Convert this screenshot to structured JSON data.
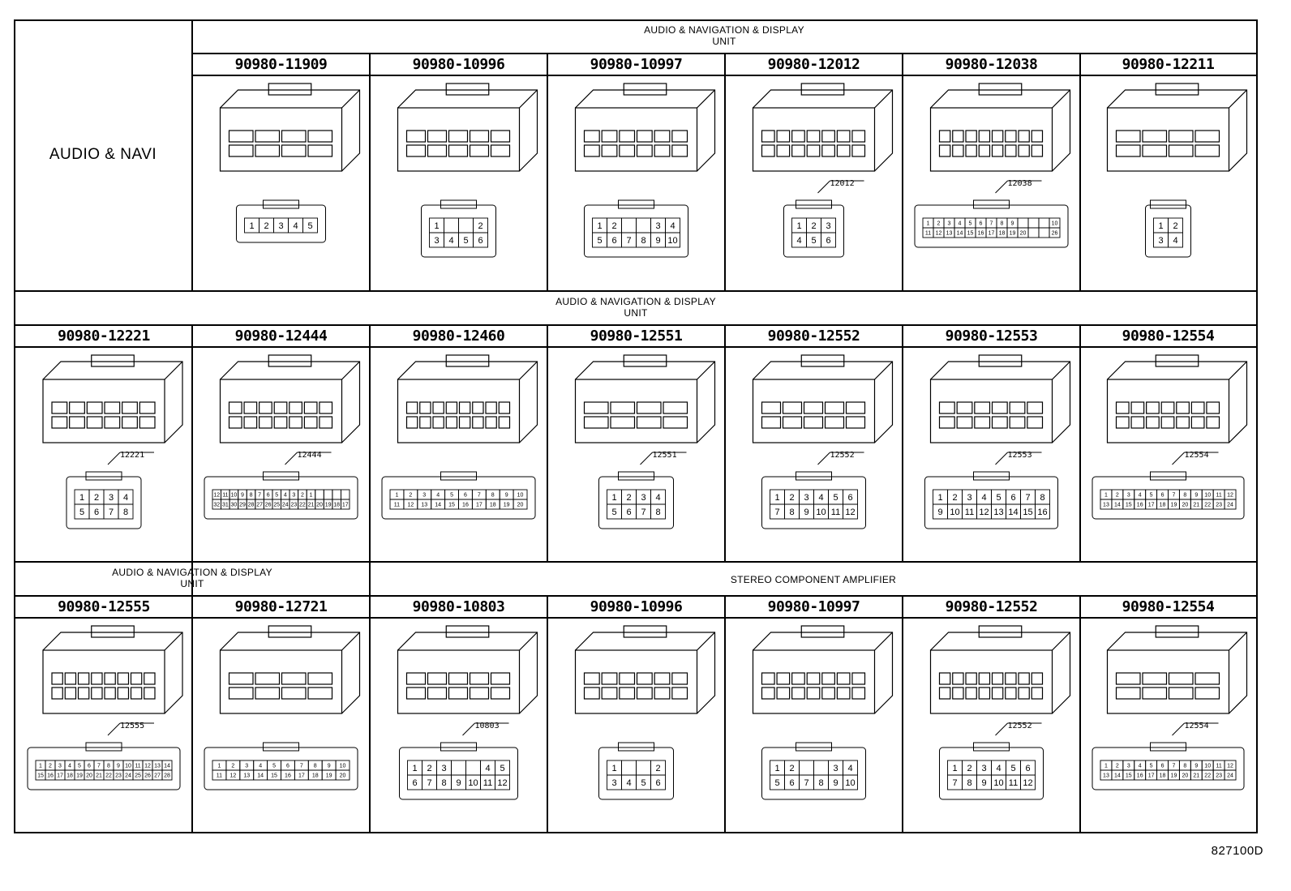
{
  "side_label": "AUDIO & NAVI",
  "sections": [
    {
      "id": "s1",
      "line1": "AUDIO & NAVIGATION & DISPLAY",
      "line2": "UNIT"
    },
    {
      "id": "s2",
      "line1": "AUDIO & NAVIGATION & DISPLAY",
      "line2": "UNIT"
    },
    {
      "id": "s3",
      "line1": "AUDIO & NAVIGATION & DISPLAY",
      "line2": "UNIT"
    },
    {
      "id": "s4",
      "line1": "STEREO COMPONENT AMPLIFIER",
      "line2": ""
    }
  ],
  "rows": [
    [
      {
        "part": "90980-11909",
        "ref": "",
        "front": {
          "cols": 5,
          "rows": 1,
          "labels": [
            "1",
            "2",
            "3",
            "4",
            "5"
          ]
        }
      },
      {
        "part": "90980-10996",
        "ref": "",
        "front": {
          "cols": 4,
          "rows": 2,
          "labels": [
            "1",
            "",
            "",
            "2",
            "3",
            "4",
            "5",
            "6"
          ]
        }
      },
      {
        "part": "90980-10997",
        "ref": "",
        "front": {
          "cols": 6,
          "rows": 2,
          "labels": [
            "1",
            "2",
            "",
            "",
            "3",
            "4",
            "5",
            "6",
            "7",
            "8",
            "9",
            "10"
          ]
        }
      },
      {
        "part": "90980-12012",
        "ref": "12012",
        "front": {
          "cols": 3,
          "rows": 2,
          "labels": [
            "1",
            "2",
            "3",
            "4",
            "5",
            "6"
          ]
        }
      },
      {
        "part": "90980-12038",
        "ref": "12038",
        "front": {
          "cols": 13,
          "rows": 2,
          "labels": [
            "1",
            "2",
            "3",
            "4",
            "5",
            "6",
            "7",
            "8",
            "9",
            "",
            "",
            "",
            "10",
            "11",
            "12",
            "13",
            "14",
            "15",
            "16",
            "17",
            "18",
            "19",
            "20",
            "",
            "",
            "26"
          ]
        }
      },
      {
        "part": "90980-12211",
        "ref": "",
        "front": {
          "cols": 2,
          "rows": 2,
          "labels": [
            "1",
            "2",
            "3",
            "4"
          ]
        }
      }
    ],
    [
      {
        "part": "90980-12221",
        "ref": "12221",
        "front": {
          "cols": 4,
          "rows": 2,
          "labels": [
            "1",
            "2",
            "3",
            "4",
            "5",
            "6",
            "7",
            "8"
          ]
        }
      },
      {
        "part": "90980-12444",
        "ref": "12444",
        "front": {
          "cols": 16,
          "rows": 2,
          "labels": [
            "12",
            "11",
            "10",
            "9",
            "8",
            "7",
            "6",
            "5",
            "4",
            "3",
            "2",
            "1",
            "",
            "",
            "",
            "",
            "32",
            "31",
            "30",
            "29",
            "28",
            "27",
            "26",
            "25",
            "24",
            "23",
            "22",
            "21",
            "20",
            "19",
            "18",
            "17"
          ]
        }
      },
      {
        "part": "90980-12460",
        "ref": "",
        "front": {
          "cols": 10,
          "rows": 2,
          "labels": [
            "1",
            "2",
            "3",
            "4",
            "5",
            "6",
            "7",
            "8",
            "9",
            "10",
            "11",
            "12",
            "13",
            "14",
            "15",
            "16",
            "17",
            "18",
            "19",
            "20"
          ]
        }
      },
      {
        "part": "90980-12551",
        "ref": "12551",
        "front": {
          "cols": 4,
          "rows": 2,
          "labels": [
            "1",
            "2",
            "3",
            "4",
            "5",
            "6",
            "7",
            "8"
          ]
        }
      },
      {
        "part": "90980-12552",
        "ref": "12552",
        "front": {
          "cols": 6,
          "rows": 2,
          "labels": [
            "1",
            "2",
            "3",
            "4",
            "5",
            "6",
            "7",
            "8",
            "9",
            "10",
            "11",
            "12"
          ]
        }
      },
      {
        "part": "90980-12553",
        "ref": "12553",
        "front": {
          "cols": 8,
          "rows": 2,
          "labels": [
            "1",
            "2",
            "3",
            "4",
            "5",
            "6",
            "7",
            "8",
            "9",
            "10",
            "11",
            "12",
            "13",
            "14",
            "15",
            "16"
          ]
        }
      },
      {
        "part": "90980-12554",
        "ref": "12554",
        "front": {
          "cols": 12,
          "rows": 2,
          "labels": [
            "1",
            "2",
            "3",
            "4",
            "5",
            "6",
            "7",
            "8",
            "9",
            "10",
            "11",
            "12",
            "13",
            "14",
            "15",
            "16",
            "17",
            "18",
            "19",
            "20",
            "21",
            "22",
            "23",
            "24"
          ]
        }
      }
    ],
    [
      {
        "part": "90980-12555",
        "ref": "12555",
        "front": {
          "cols": 14,
          "rows": 2,
          "labels": [
            "1",
            "2",
            "3",
            "4",
            "5",
            "6",
            "7",
            "8",
            "9",
            "10",
            "11",
            "12",
            "13",
            "14",
            "15",
            "16",
            "17",
            "18",
            "19",
            "20",
            "21",
            "22",
            "23",
            "24",
            "25",
            "26",
            "27",
            "28"
          ]
        }
      },
      {
        "part": "90980-12721",
        "ref": "",
        "front": {
          "cols": 10,
          "rows": 2,
          "labels": [
            "1",
            "2",
            "3",
            "4",
            "5",
            "6",
            "7",
            "8",
            "9",
            "10",
            "11",
            "12",
            "13",
            "14",
            "15",
            "16",
            "17",
            "18",
            "19",
            "20"
          ]
        }
      },
      {
        "part": "90980-10803",
        "ref": "10803",
        "front": {
          "cols": 7,
          "rows": 2,
          "labels": [
            "1",
            "2",
            "3",
            "",
            "",
            "4",
            "5",
            "6",
            "7",
            "8",
            "9",
            "10",
            "11",
            "12"
          ]
        }
      },
      {
        "part": "90980-10996",
        "ref": "",
        "front": {
          "cols": 4,
          "rows": 2,
          "labels": [
            "1",
            "",
            "",
            "2",
            "3",
            "4",
            "5",
            "6"
          ]
        }
      },
      {
        "part": "90980-10997",
        "ref": "",
        "front": {
          "cols": 6,
          "rows": 2,
          "labels": [
            "1",
            "2",
            "",
            "",
            "3",
            "4",
            "5",
            "6",
            "7",
            "8",
            "9",
            "10"
          ]
        }
      },
      {
        "part": "90980-12552",
        "ref": "12552",
        "front": {
          "cols": 6,
          "rows": 2,
          "labels": [
            "1",
            "2",
            "3",
            "4",
            "5",
            "6",
            "7",
            "8",
            "9",
            "10",
            "11",
            "12"
          ]
        }
      },
      {
        "part": "90980-12554",
        "ref": "12554",
        "front": {
          "cols": 12,
          "rows": 2,
          "labels": [
            "1",
            "2",
            "3",
            "4",
            "5",
            "6",
            "7",
            "8",
            "9",
            "10",
            "11",
            "12",
            "13",
            "14",
            "15",
            "16",
            "17",
            "18",
            "19",
            "20",
            "21",
            "22",
            "23",
            "24"
          ]
        }
      }
    ]
  ],
  "diagram_code": "827100D"
}
